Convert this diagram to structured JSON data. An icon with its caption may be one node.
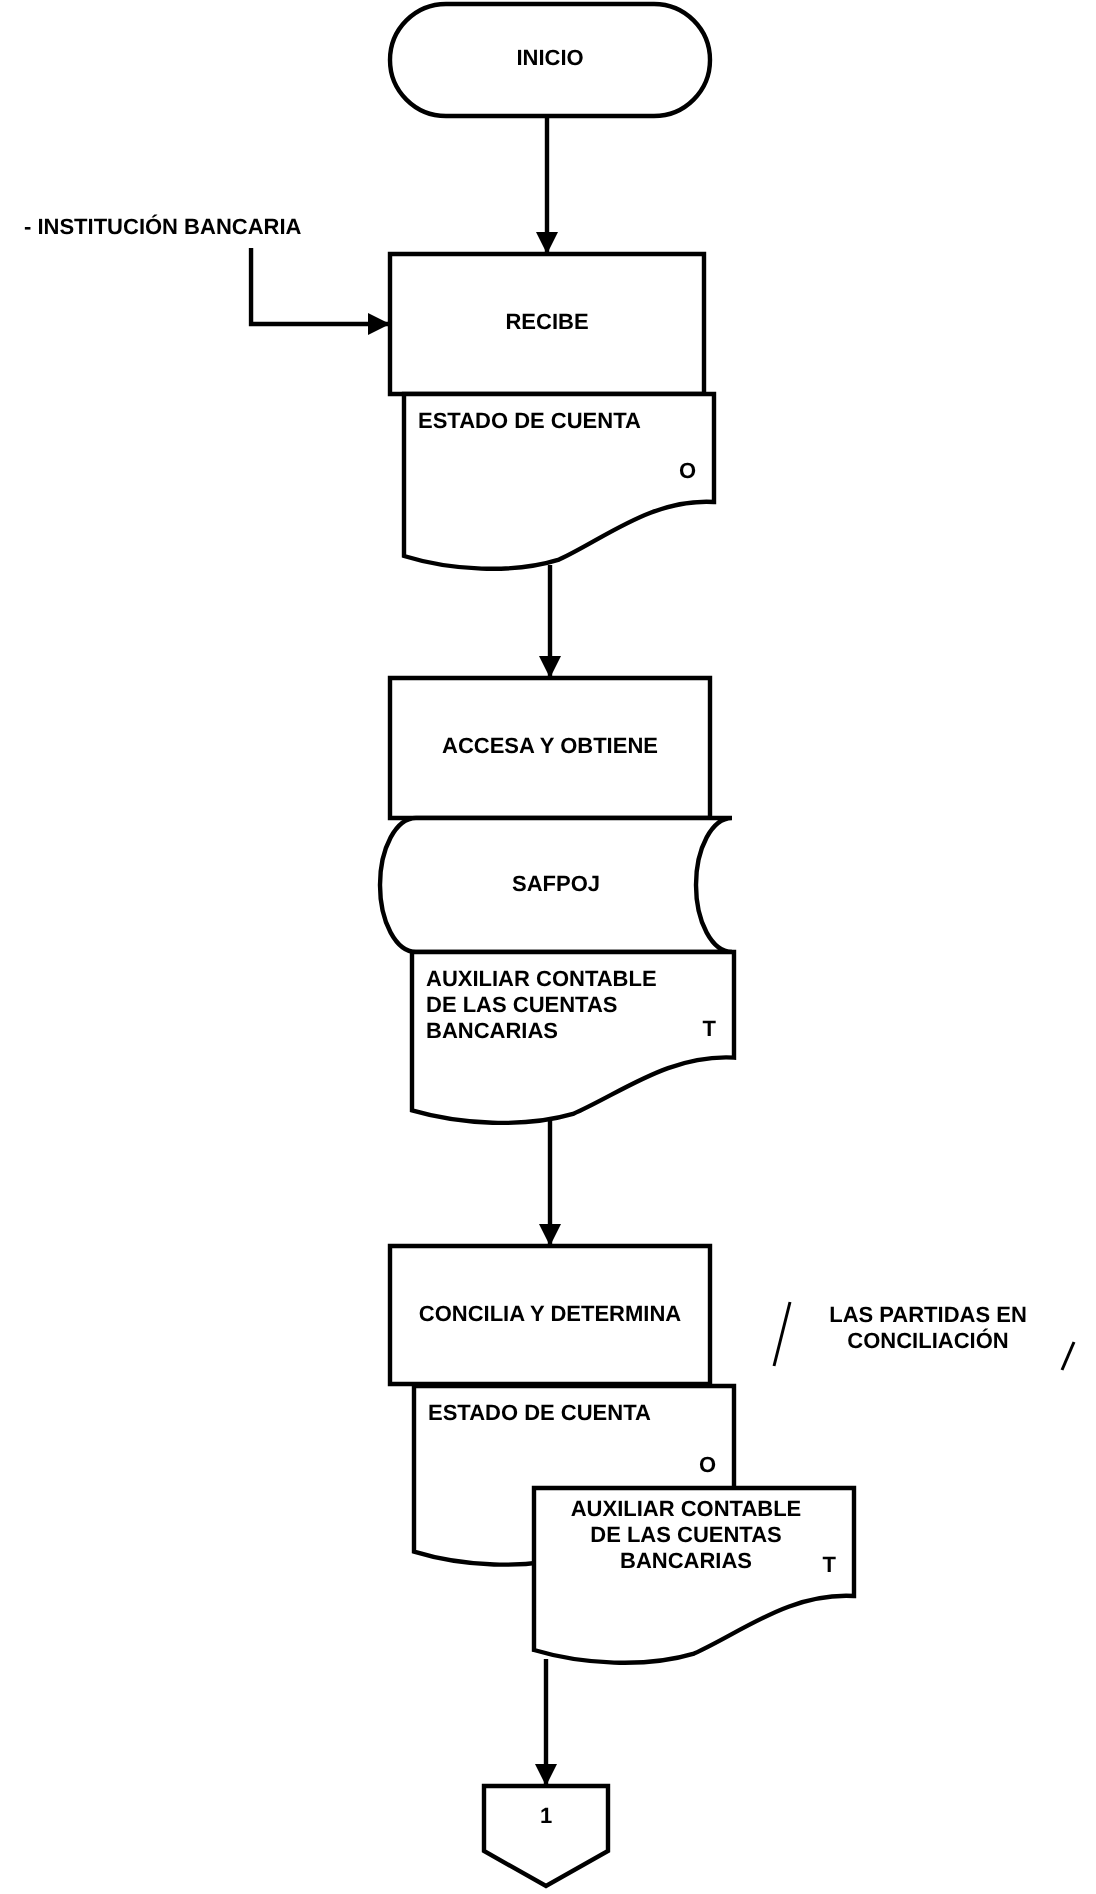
{
  "diagram": {
    "nodes": [
      {
        "text": [
          "INICIO"
        ]
      },
      {
        "text": [
          "- INSTITUCIÓN BANCARIA"
        ]
      },
      {
        "text": [
          "RECIBE"
        ]
      },
      {
        "text": [
          "ESTADO DE CUENTA",
          "O"
        ]
      },
      {
        "text": [
          "ACCESA Y OBTIENE"
        ]
      },
      {
        "text": [
          "SAFPOJ"
        ]
      },
      {
        "text": [
          "AUXILIAR CONTABLE DE LAS CUENTAS BANCARIAS",
          "T"
        ]
      },
      {
        "text": [
          "CONCILIA Y DETERMINA"
        ]
      },
      {
        "text": [
          "ESTADO DE CUENTA",
          "O"
        ]
      },
      {
        "text": [
          "AUXILIAR CONTABLE DE LAS CUENTAS BANCARIAS",
          "T"
        ]
      },
      {
        "text": [
          "1"
        ]
      }
    ],
    "edges": [
      {
        "from": 0,
        "to": 2,
        "arrow": "to"
      },
      {
        "from": 1,
        "to": 2,
        "arrow": "to"
      },
      {
        "from": 3,
        "to": 4,
        "arrow": "to"
      },
      {
        "from": 6,
        "to": 7,
        "arrow": "to"
      },
      {
        "from": 9,
        "to": 10,
        "arrow": "to"
      }
    ],
    "labels": [
      "LAS PARTIDAS EN CONCILIACIÓN"
    ]
  }
}
